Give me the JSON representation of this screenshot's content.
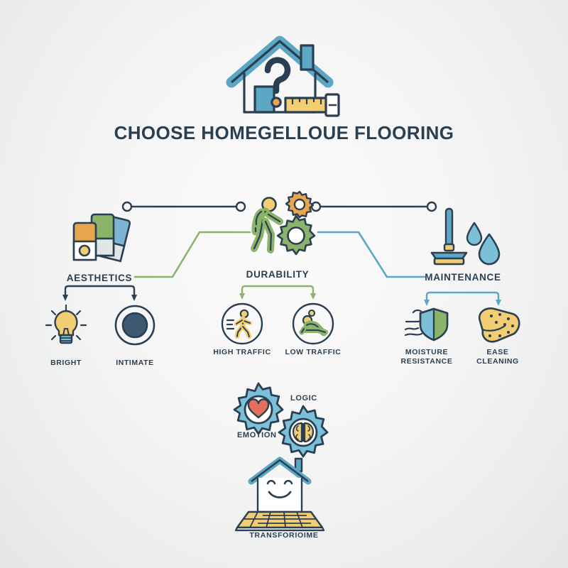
{
  "page": {
    "background_top": "#fbfbfb",
    "background_bottom": "#e4e6e7",
    "title": "CHOOSE HOMEGELLOUE FLOORING"
  },
  "palette": {
    "ink": "#2b3f52",
    "blue": "#5ba7c4",
    "blue_light": "#7cc0d8",
    "green": "#8cb36a",
    "green_dark": "#6f9b54",
    "yellow": "#f3cd72",
    "orange": "#e8a champion",
    "orange_real": "#e9a64e",
    "red": "#e2705c",
    "slate": "#3d5a72",
    "connector_navy": "#2b3f52",
    "connector_green": "#8cb36a",
    "connector_blue": "#5ba7c4"
  },
  "header": {
    "icon": "house-question-measuring-tape-icon"
  },
  "branches": [
    {
      "id": "aesthetics",
      "label": "AESTHETICS",
      "icon": "color-swatches-icon",
      "connector_color": "#8cb36a",
      "bracket_color": "#2b3f52",
      "leaves": [
        {
          "id": "bright",
          "label": "BRIGHT",
          "icon": "lightbulb-icon"
        },
        {
          "id": "intimate",
          "label": "INTIMATE",
          "icon": "dimmed-circle-icon"
        }
      ]
    },
    {
      "id": "durability",
      "label": "DURABILITY",
      "icon": "person-pushing-gear-icon",
      "connector_color": "#8cb36a",
      "bracket_color": "#8cb36a",
      "leaves": [
        {
          "id": "high-traffic",
          "label": "HIGH TRAFFIC",
          "icon": "walking-person-icon"
        },
        {
          "id": "low-traffic",
          "label": "LOW TRAFFIC",
          "icon": "reclining-person-icon"
        }
      ]
    },
    {
      "id": "maintenance",
      "label": "MAINTENANCE",
      "icon": "mop-water-drops-icon",
      "connector_color": "#5ba7c4",
      "bracket_color": "#5ba7c4",
      "leaves": [
        {
          "id": "moisture-resistance",
          "label": "MOISTURE\nRESISTANCE",
          "icon": "shield-waves-icon"
        },
        {
          "id": "ease-cleaning",
          "label": "EASE\nCLEANING",
          "icon": "sponge-icon"
        }
      ]
    }
  ],
  "gears": {
    "emotion": {
      "label": "EMOTION",
      "icon": "gear-heart-icon"
    },
    "logic": {
      "label": "LOGIC",
      "icon": "gear-brain-icon"
    }
  },
  "footer": {
    "label": "TRANSFORIOIME",
    "icon": "smiling-house-parquet-floor-icon"
  }
}
